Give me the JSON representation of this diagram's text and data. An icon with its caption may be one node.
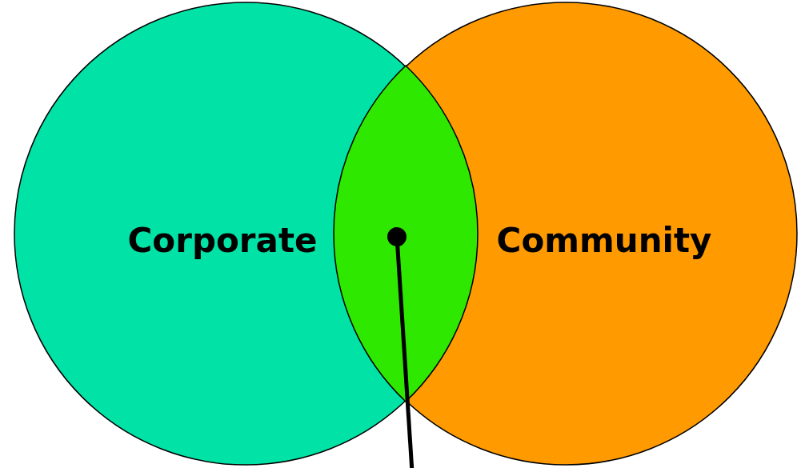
{
  "diagram": {
    "nodes": [
      {
        "text": [
          "Corporate"
        ]
      },
      {
        "text": [
          "Community"
        ]
      },
      {
        "text": [],
        "shape": "lens"
      }
    ],
    "edges": [
      {
        "from": null,
        "to": 2,
        "arrow": "other"
      }
    ]
  }
}
